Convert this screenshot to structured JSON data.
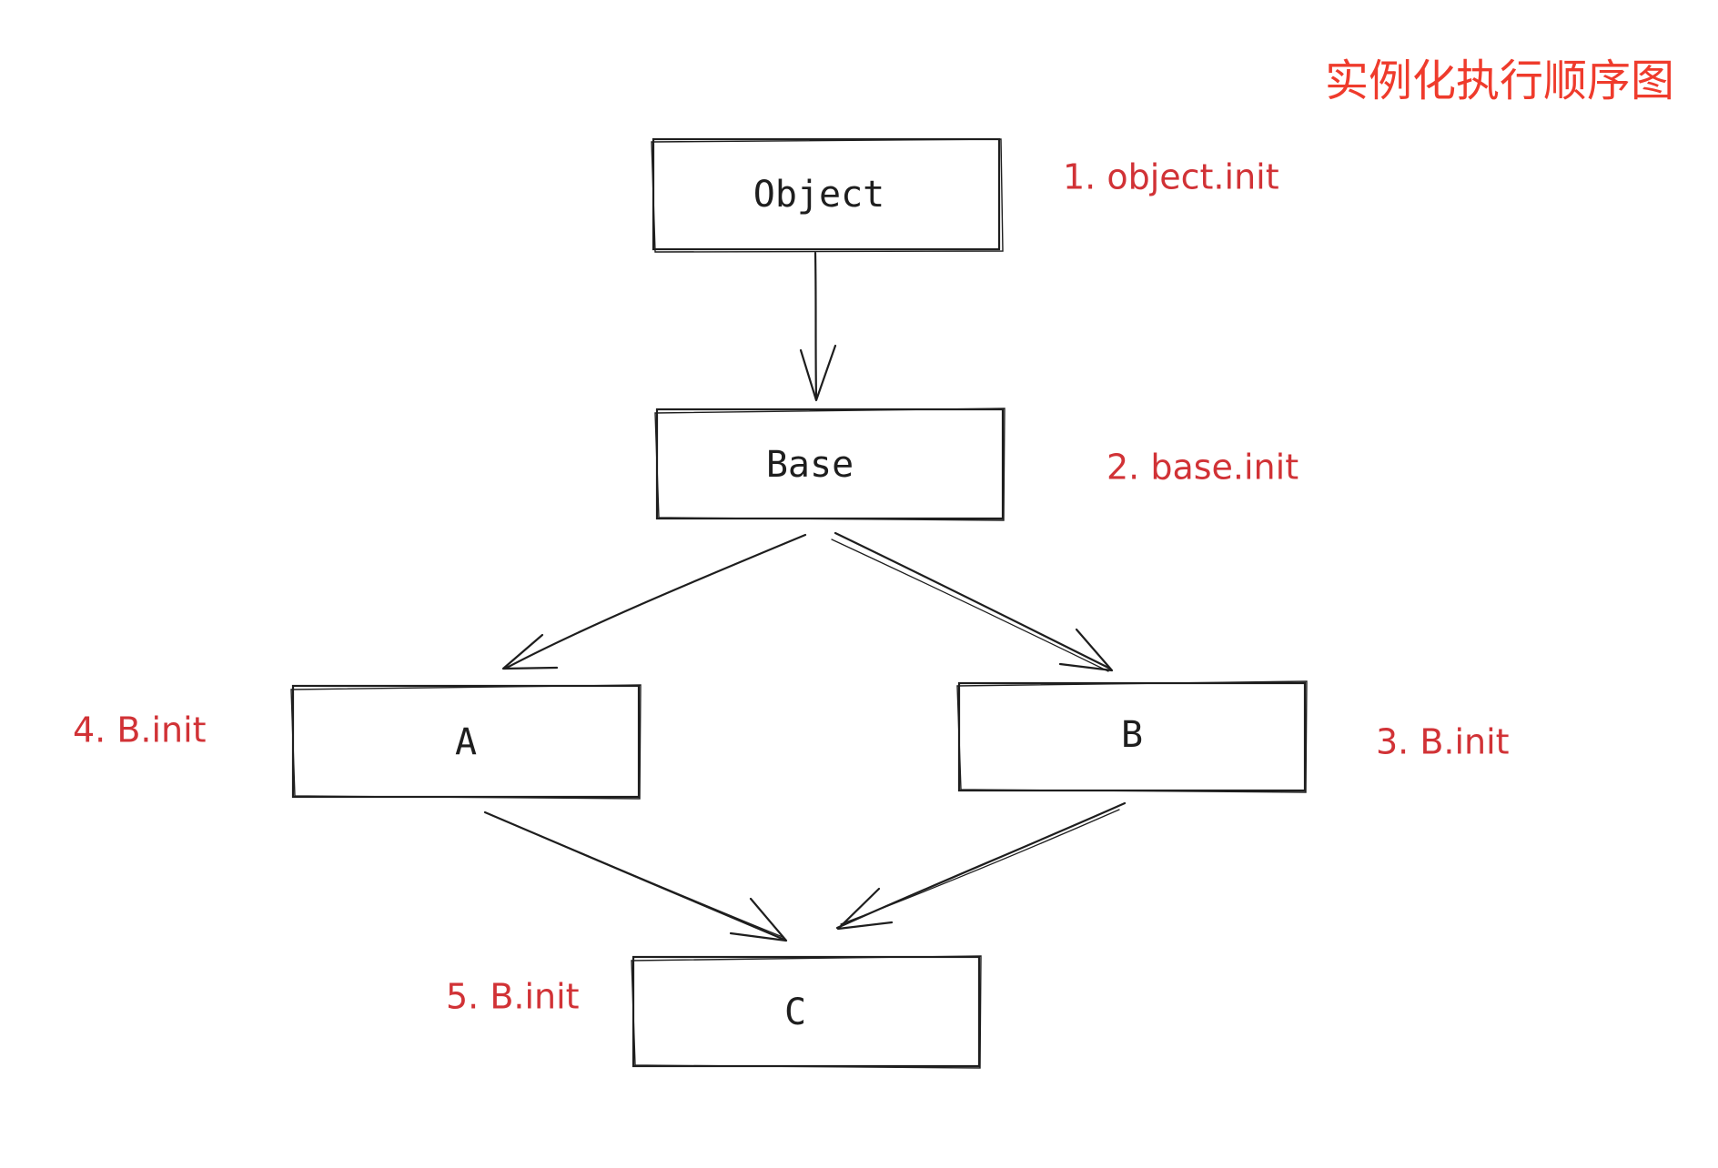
{
  "title": "实例化执行顺序图",
  "colors": {
    "stroke": "#1e1e1e",
    "step_text": "#d13236",
    "title_text": "#ef3b2c",
    "background": "#ffffff"
  },
  "nodes": [
    {
      "id": "object",
      "label": "Object"
    },
    {
      "id": "base",
      "label": "Base"
    },
    {
      "id": "a",
      "label": "A"
    },
    {
      "id": "b",
      "label": "B"
    },
    {
      "id": "c",
      "label": "C"
    }
  ],
  "edges": [
    {
      "from": "object",
      "to": "base"
    },
    {
      "from": "base",
      "to": "a"
    },
    {
      "from": "base",
      "to": "b"
    },
    {
      "from": "a",
      "to": "c"
    },
    {
      "from": "b",
      "to": "c"
    }
  ],
  "steps": [
    {
      "node": "object",
      "label": "1. object.init"
    },
    {
      "node": "base",
      "label": "2. base.init"
    },
    {
      "node": "b",
      "label": "3. B.init"
    },
    {
      "node": "a",
      "label": "4. B.init"
    },
    {
      "node": "c",
      "label": "5. B.init"
    }
  ]
}
